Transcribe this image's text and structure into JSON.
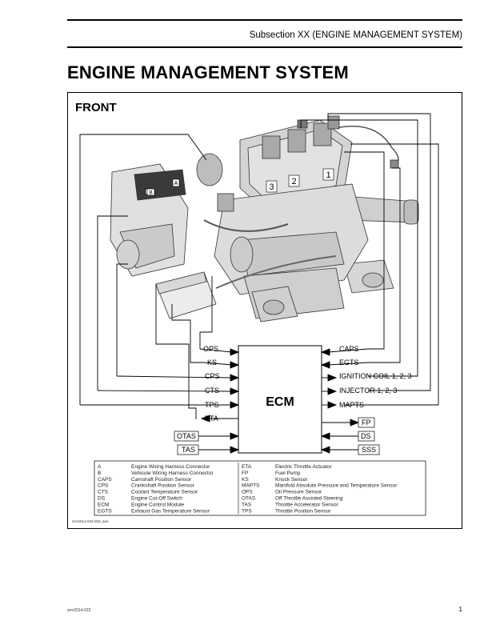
{
  "header": {
    "subsection": "Subsection XX (ENGINE MANAGEMENT SYSTEM)",
    "title": "ENGINE MANAGEMENT SYSTEM"
  },
  "figure": {
    "front_label": "FRONT",
    "ecm_label": "ECM",
    "figure_id": "smr2014-022-003_aen",
    "part_markers": [
      "A",
      "B",
      "1",
      "2",
      "3"
    ],
    "left_signals": [
      "OPS",
      "KS",
      "CPS",
      "CTS",
      "TPS",
      "ETA",
      "OTAS",
      "TAS"
    ],
    "right_signals": [
      "CAPS",
      "EGTS",
      "IGNITION COIL 1, 2, 3",
      "INJECTOR 1, 2, 3",
      "MAPTS",
      "FP",
      "DS",
      "SSS"
    ]
  },
  "legend": {
    "left": [
      {
        "abbr": "A",
        "text": "Engine Wiring Harness Connector"
      },
      {
        "abbr": "B",
        "text": "Vehicule Wiring Harness Connector"
      },
      {
        "abbr": "CAPS",
        "text": "Camshaft Position Sensor"
      },
      {
        "abbr": "CPS",
        "text": "Crankshaft Position Sensor"
      },
      {
        "abbr": "CTS",
        "text": "Coolant Temperature Sensor"
      },
      {
        "abbr": "DS",
        "text": "Engine Cut-Off Switch"
      },
      {
        "abbr": "ECM",
        "text": "Engine Control Module"
      },
      {
        "abbr": "EGTS",
        "text": "Exhaust Gas Temperature Sensor"
      }
    ],
    "right": [
      {
        "abbr": "ETA",
        "text": "Electric Throttle Actuator"
      },
      {
        "abbr": "FP",
        "text": "Fuel Pump"
      },
      {
        "abbr": "KS",
        "text": "Knock Sensor"
      },
      {
        "abbr": "MAPTS",
        "text": "Manifold Absolute Pressure and Temperature Sensor"
      },
      {
        "abbr": "OPS",
        "text": "Oil Pressure Sensor"
      },
      {
        "abbr": "OTAS",
        "text": "Off Throttle Assisted Steering"
      },
      {
        "abbr": "TAS",
        "text": "Throttle Accelerator Sensor"
      },
      {
        "abbr": "TPS",
        "text": "Throttle Position Sensor"
      }
    ]
  },
  "footer": {
    "code": "smr2014-022",
    "page": "1"
  }
}
